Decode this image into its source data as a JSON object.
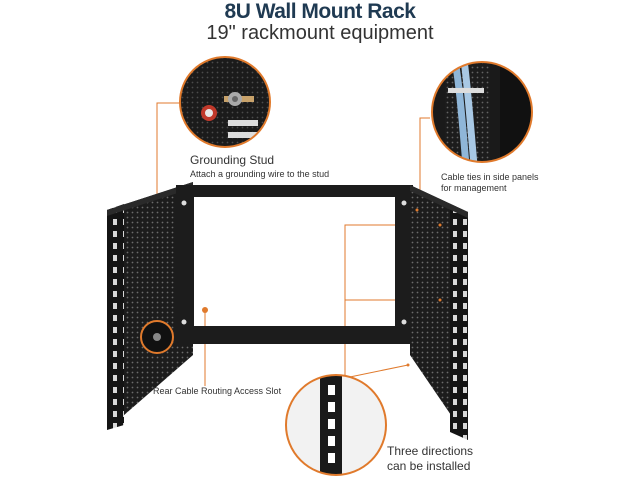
{
  "header": {
    "title": "8U Wall Mount Rack",
    "subtitle": "19\" rackmount equipment"
  },
  "callouts": {
    "grounding": {
      "title": "Grounding Stud",
      "description": "Attach a grounding wire to the stud"
    },
    "cable_ties": {
      "line1": "Cable ties in side panels",
      "line2": "for management"
    },
    "rear_slot": {
      "label": "Rear Cable Routing Access Slot"
    },
    "directions": {
      "line1": "Three directions",
      "line2": "can be installed"
    }
  },
  "colors": {
    "accent": "#e07a2c",
    "title": "#1f3a52",
    "rack": "#1c1c1c"
  }
}
